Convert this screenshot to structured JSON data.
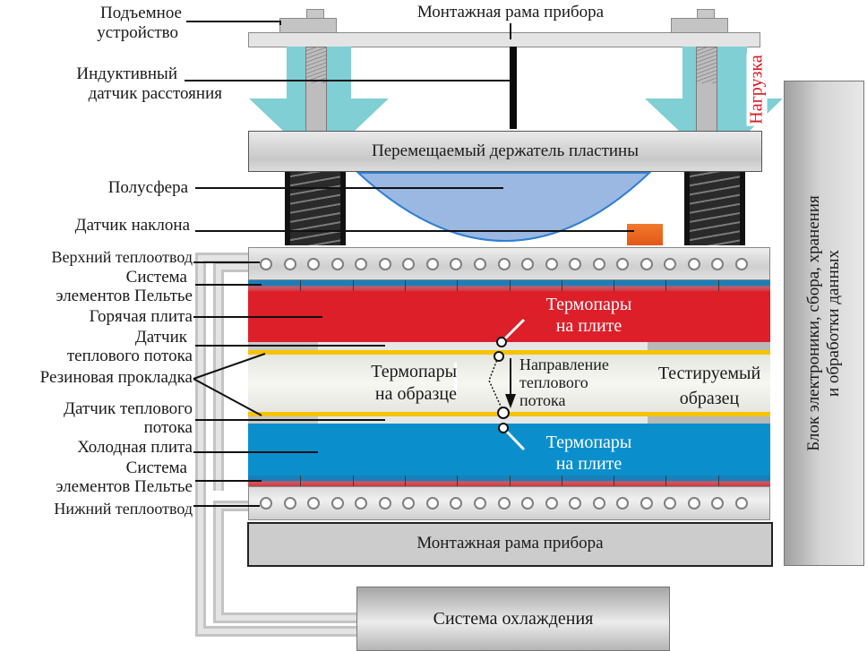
{
  "labels": {
    "lifting_device": [
      "Подъемное",
      "устройство"
    ],
    "inductive_sensor": [
      "Индуктивный",
      "датчик расстояния"
    ],
    "hemisphere": "Полусфера",
    "tilt_sensor": "Датчик наклона",
    "upper_heatsink": "Верхний теплоотвод",
    "peltier_upper": [
      "Система",
      "элементов Пельтье"
    ],
    "hot_plate": "Горячая плита",
    "heat_flux_sensor_upper": [
      "Датчик",
      "теплового потока"
    ],
    "rubber_gasket": "Резиновая прокладка",
    "heat_flux_sensor_lower": [
      "Датчик теплового",
      "потока"
    ],
    "cold_plate": "Холодная плита",
    "peltier_lower": [
      "Система",
      "элементов Пельтье"
    ],
    "lower_heatsink": "Нижний теплоотвод"
  },
  "components": {
    "mounting_frame_top": "Монтажная рама прибора",
    "movable_holder": "Перемещаемый держатель пластины",
    "load": "Нагрузка",
    "thermocouples_hot_plate": [
      "Термопары",
      "на плите"
    ],
    "thermocouples_sample": [
      "Термопары",
      "на образце"
    ],
    "heat_flow_direction": [
      "Направление",
      "теплового",
      "потока"
    ],
    "test_sample": [
      "Тестируемый",
      "образец"
    ],
    "thermocouples_cold_plate": [
      "Термопары",
      "на плите"
    ],
    "mounting_frame_bottom": "Монтажная рама прибора",
    "electronics_unit": [
      "Блок электроники, сбора, хранения",
      "и обработки данных"
    ],
    "cooling_system": "Система охлаждения"
  },
  "colors": {
    "hot_plate": "#dd1f2a",
    "cold_plate": "#0a8fcc",
    "gasket": "#f5c400",
    "load_arrow": "#7fcfd4",
    "hemisphere": "#9ab8e2",
    "tilt_sensor": "#ef6a1c",
    "load_text": "#e0141e",
    "peltier_blue": "#1a7fb8"
  },
  "heatsink_hole_count": 21,
  "peltier_segment_count": 10
}
